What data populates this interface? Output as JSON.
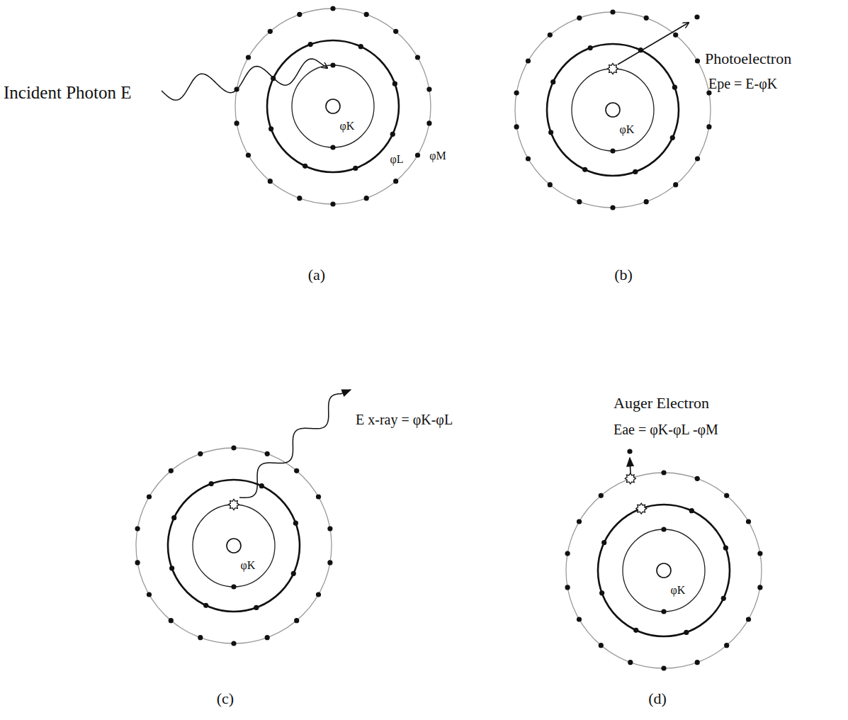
{
  "diagram": {
    "labels": [
      "Incident Photon E",
      "φK",
      "φL",
      "φM",
      "(a)",
      "Photoelectron",
      "Epe = E-φK",
      "φK",
      "(b)",
      "E x-ray = φK-φL",
      "φK",
      "(c)",
      "Auger Electron",
      "Eae = φK-φL -φM",
      "φK",
      "(d)"
    ]
  }
}
